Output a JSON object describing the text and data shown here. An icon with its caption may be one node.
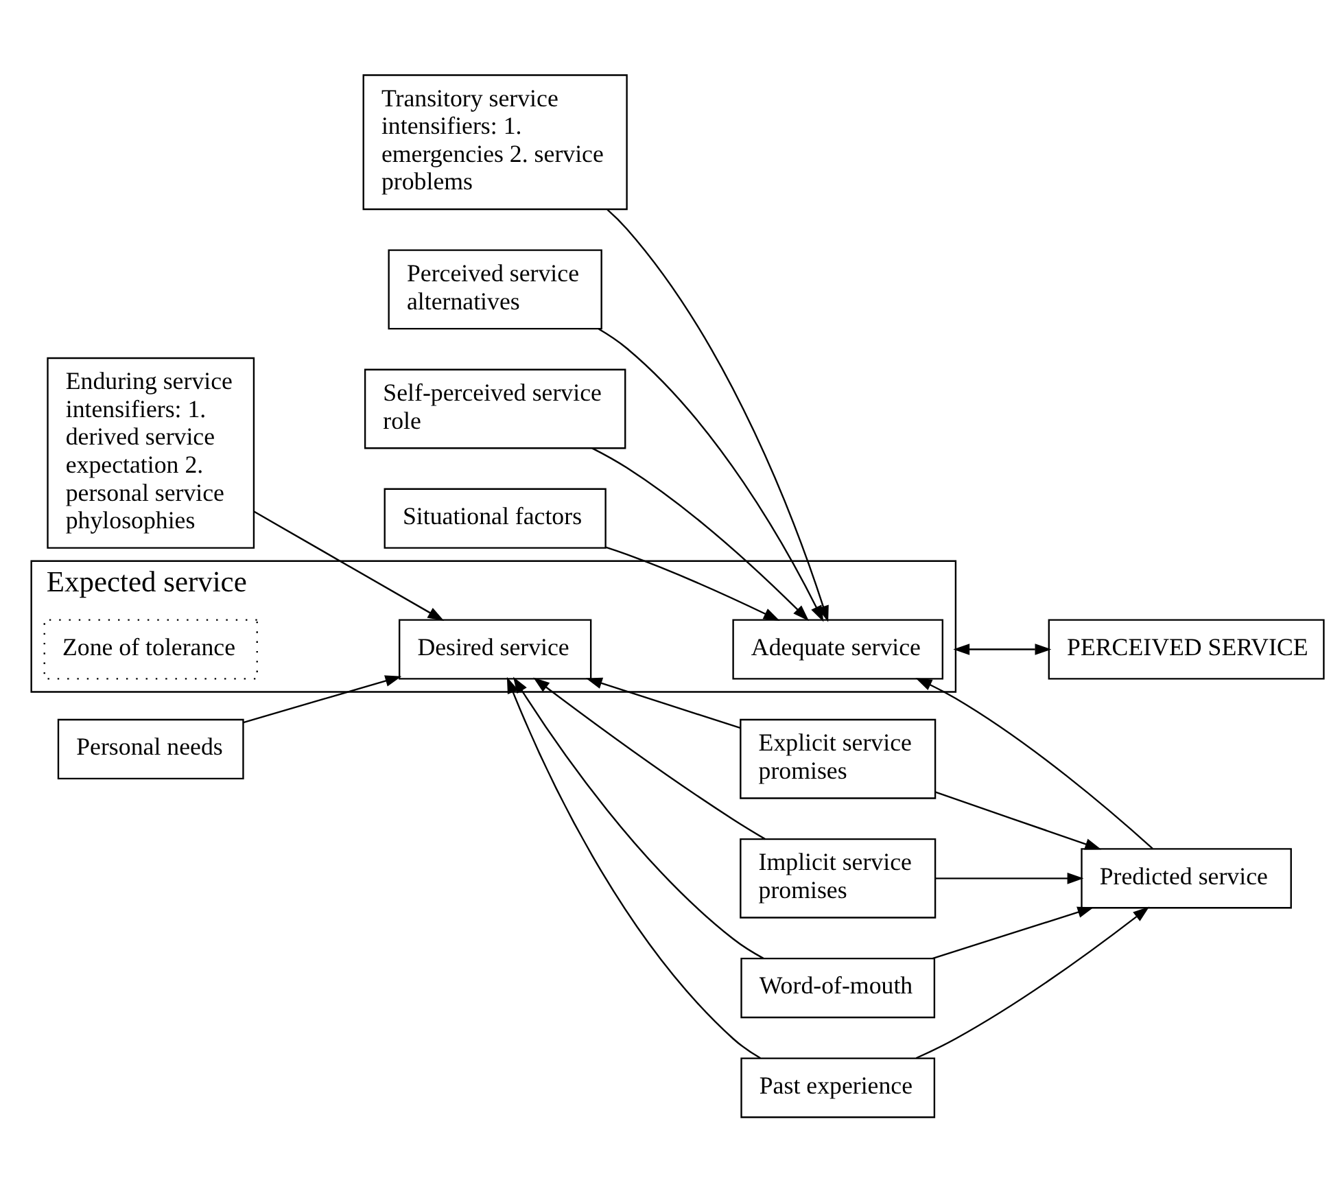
{
  "diagram": {
    "nodes": [
      {
        "text": [
          "Enduring service intensifiers: 1. derived service expectation 2. personal service phylosophies"
        ]
      },
      {
        "text": [
          "Personal needs"
        ]
      },
      {
        "text": [
          "Transitory service intensifiers: 1. emergencies 2. service problems"
        ]
      },
      {
        "text": [
          "Perceived service alternatives"
        ]
      },
      {
        "text": [
          "Self-perceived service role"
        ]
      },
      {
        "text": [
          "Situational factors"
        ]
      },
      {
        "text": [
          "Expected service"
        ]
      },
      {
        "text": [
          "Desired service"
        ],
        "in": 6
      },
      {
        "text": [
          "Zone of tolerance"
        ],
        "in": 6
      },
      {
        "text": [
          "Adequate service"
        ],
        "in": 6
      },
      {
        "text": [
          "PERCEIVED SERVICE"
        ]
      },
      {
        "text": [
          "Explicit service promises"
        ]
      },
      {
        "text": [
          "Implicit service promises"
        ]
      },
      {
        "text": [
          "Word-of-mouth"
        ]
      },
      {
        "text": [
          "Past experience"
        ]
      },
      {
        "text": [
          "Predicted service"
        ]
      }
    ],
    "edges": [
      {
        "from": 0,
        "to": 7,
        "arrow": "to"
      },
      {
        "from": 1,
        "to": 7,
        "arrow": "to"
      },
      {
        "from": 11,
        "to": 7,
        "arrow": "to"
      },
      {
        "from": 12,
        "to": 7,
        "arrow": "to"
      },
      {
        "from": 13,
        "to": 7,
        "arrow": "to"
      },
      {
        "from": 14,
        "to": 7,
        "arrow": "to"
      },
      {
        "from": 2,
        "to": 9,
        "arrow": "to"
      },
      {
        "from": 3,
        "to": 9,
        "arrow": "to"
      },
      {
        "from": 4,
        "to": 9,
        "arrow": "to"
      },
      {
        "from": 5,
        "to": 9,
        "arrow": "to"
      },
      {
        "from": 15,
        "to": 9,
        "arrow": "to"
      },
      {
        "from": 11,
        "to": 15,
        "arrow": "to"
      },
      {
        "from": 12,
        "to": 15,
        "arrow": "to"
      },
      {
        "from": 13,
        "to": 15,
        "arrow": "to"
      },
      {
        "from": 14,
        "to": 15,
        "arrow": "to"
      },
      {
        "from": 6,
        "to": 10,
        "arrow": "both"
      }
    ]
  }
}
